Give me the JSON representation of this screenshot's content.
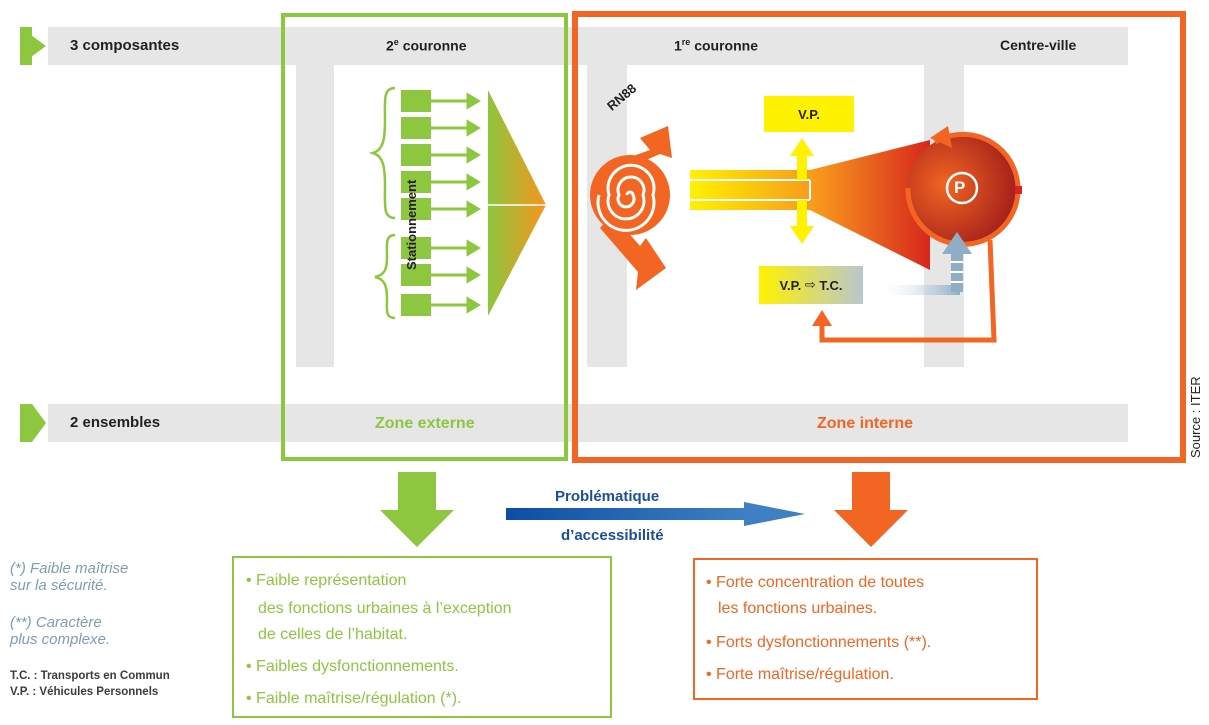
{
  "rows": {
    "components_label": "3 composantes",
    "ensembles_label": "2 ensembles"
  },
  "headers": {
    "second_ring": "2",
    "second_ring_sup": "e",
    "second_ring_suffix": " couronne",
    "first_ring": "1",
    "first_ring_sup": "re",
    "first_ring_suffix": " couronne",
    "city_center": "Centre-ville"
  },
  "zones": {
    "external": "Zone externe",
    "internal": "Zone interne"
  },
  "diagram": {
    "road": "RN88",
    "parking_vertical": "Stationnement",
    "vp": "V.P.",
    "vp_tc_left": "V.P.",
    "vp_tc_arrow": "⇨",
    "vp_tc_right": "T.C.",
    "parking_symbol": "P"
  },
  "problem": {
    "line1": "Problématique",
    "line2": "d’accessibilité"
  },
  "external_list": {
    "item1_line1": "• Faible représentation",
    "item1_line2": "des fonctions urbaines à l’exception",
    "item1_line3": "de celles de l’habitat.",
    "item2": "• Faibles dysfonctionnements.",
    "item3": "• Faible maîtrise/régulation (*)."
  },
  "internal_list": {
    "item1_line1": "• Forte concentration de toutes",
    "item1_line2": "les fonctions urbaines.",
    "item2": "• Forts dysfonctionnements (**).",
    "item3": "• Forte maîtrise/régulation."
  },
  "notes": {
    "n1_line1": "(*) Faible maîtrise",
    "n1_line2": "sur la sécurité.",
    "n2_line1": "(**) Caractère",
    "n2_line2": "plus complexe."
  },
  "legend": {
    "tc": "T.C. : Transports en Commun",
    "vp": "V.P. : Véhicules Personnels"
  },
  "source": "Source : ITER",
  "colors": {
    "green": "#8dc63f",
    "orange": "#f26522",
    "yellow": "#fff200",
    "grey_band": "#e6e6e7",
    "dark_red": "#9e1b1b",
    "blue": "#1b4f9c"
  }
}
